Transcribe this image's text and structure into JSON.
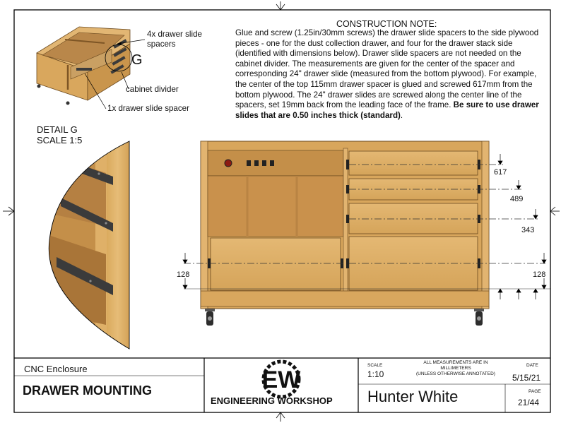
{
  "note": {
    "title": "CONSTRUCTION NOTE:",
    "body_plain": "Glue and screw (1.25in/30mm screws) the drawer slide spacers to the side plywood pieces - one for the dust collection drawer, and four for the drawer stack side (identified with dimensions below). Drawer slide spacers are not needed on the cabinet divider. The measurements are given for the center of the spacer and corresponding 24\" drawer slide (measured from the bottom plywood). For example, the center of the top 115mm drawer spacer is glued and screwed 617mm from the bottom plywood. The 24\" drawer slides are screwed along the center line of the spacers, set 19mm back from the leading face of the frame. ",
    "body_bold": "Be sure to use drawer slides that are 0.50 inches thick (standard)",
    "body_end": "."
  },
  "callouts": {
    "spacers_4x_line1": "4x drawer slide",
    "spacers_4x_line2": "spacers",
    "detail_letter": "G",
    "cabinet_divider": "cabinet divider",
    "spacer_1x": "1x drawer slide spacer"
  },
  "detail": {
    "line1": "DETAIL G",
    "line2": "SCALE 1:5"
  },
  "dimensions": {
    "d617": "617",
    "d489": "489",
    "d343": "343",
    "d128_left": "128",
    "d128_right": "128"
  },
  "title_block": {
    "project": "CNC Enclosure",
    "sheet_title": "DRAWER MOUNTING",
    "logo_text": "ENGINEERING WORKSHOP",
    "scale_label": "SCALE",
    "scale_value": "1:10",
    "units_line1": "ALL MEASUREMENTS ARE IN MILLIMETERS",
    "units_line2": "(UNLESS OTHERWISE ANNOTATED)",
    "date_label": "DATE",
    "date_value": "5/15/21",
    "author": "Hunter White",
    "page_label": "PAGE",
    "page_value": "21/44"
  },
  "colors": {
    "wood_light": "#dfb36a",
    "wood_mid": "#c9984f",
    "wood_dark": "#9c6e34",
    "steel": "#3b3b3b"
  }
}
